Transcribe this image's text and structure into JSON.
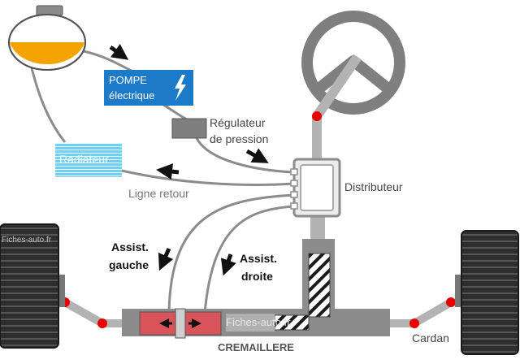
{
  "labels": {
    "pump_line1": "POMPE",
    "pump_line2": "électrique",
    "regulator_line1": "Régulateur",
    "regulator_line2": "de pression",
    "radiator": "Radiateur",
    "return_line": "Ligne retour",
    "distributor": "Distributeur",
    "assist_left_line1": "Assist.",
    "assist_left_line2": "gauche",
    "assist_right_line1": "Assist.",
    "assist_right_line2": "droite",
    "rack": "CREMAILLERE",
    "cardan": "Cardan",
    "watermark_left": "Fiches-auto.fr",
    "watermark_center": "Fiches-auto.fr"
  },
  "colors": {
    "pump_blue": "#1c7ac9",
    "radiator_cyan": "#4cc3f0",
    "reservoir_fluid": "#f5a300",
    "pipe_gray": "#8c8c8c",
    "shaft_gray": "#b3b3b3",
    "joint_red": "#e60000",
    "piston_red": "#d9545a",
    "tire_dark": "#2a2a2a"
  },
  "icons": {
    "pump_icon": "lightning-bolt-icon",
    "flow_arrows": "arrow-icon"
  }
}
